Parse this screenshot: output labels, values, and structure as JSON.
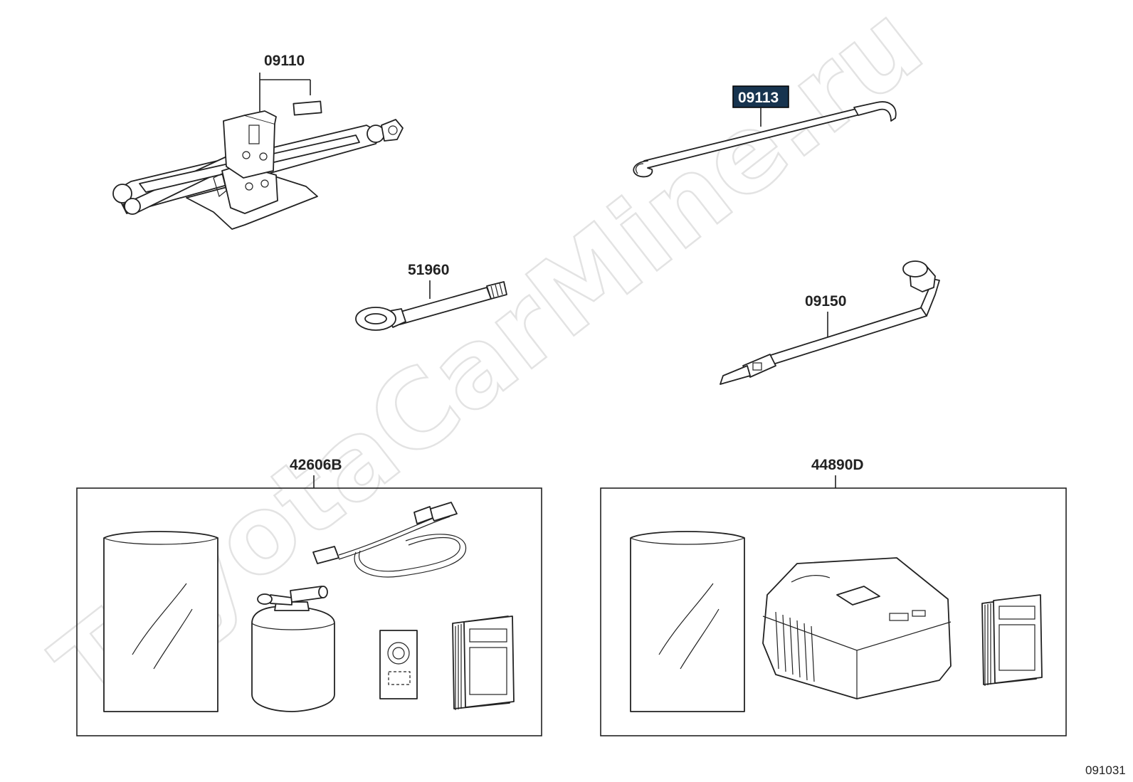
{
  "watermark": "ToyotaCarMine.ru",
  "diagram_code": "091031",
  "parts": {
    "jack": "09110",
    "tow_hook_rod": "09113",
    "towing_eye": "51960",
    "wheel_wrench": "09150",
    "repair_kit": "42606B",
    "compressor_kit": "44890D"
  }
}
